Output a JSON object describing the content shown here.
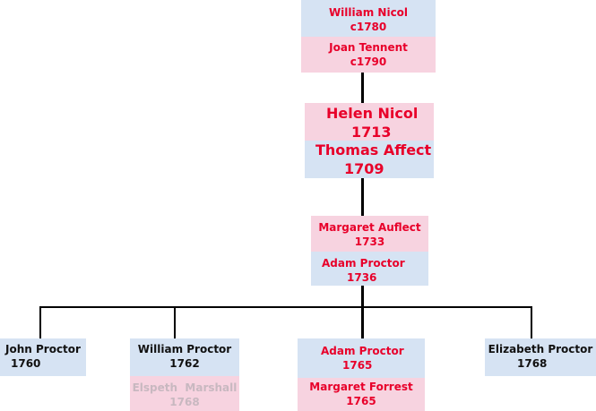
{
  "tree": {
    "gen1": {
      "william_nicol": {
        "name": "William Nicol",
        "year": "c1780"
      },
      "joan_tennent": {
        "name": "Joan Tennent",
        "year": "c1790"
      }
    },
    "gen2": {
      "helen_nicol": {
        "name": "Helen Nicol",
        "year": "1713"
      },
      "thomas_affect": {
        "name": "Thomas Affect",
        "year": "1709"
      }
    },
    "gen3": {
      "margaret_auflect": {
        "name": "Margaret Auflect",
        "year": "1733"
      },
      "adam_proctor_sr": {
        "name": "Adam Proctor",
        "year": "1736"
      }
    },
    "children": {
      "john_proctor": {
        "name": "John Proctor",
        "year": "1760"
      },
      "william_proctor": {
        "name": "William Proctor",
        "year": "1762"
      },
      "elspeth_marshall": {
        "name": "Elspeth  Marshall",
        "year": "1768"
      },
      "adam_proctor_jr": {
        "name": "Adam Proctor",
        "year": "1765"
      },
      "margaret_forrest": {
        "name": "Margaret Forrest",
        "year": "1765"
      },
      "elizabeth_proctor": {
        "name": "Elizabeth Proctor",
        "year": "1768"
      }
    }
  },
  "colors": {
    "male_box": "#d6e3f3",
    "female_box": "#f7d3e0",
    "direct_line_text": "#e8002a",
    "other_text": "#111111",
    "faded_text": "#c8b8c0"
  }
}
